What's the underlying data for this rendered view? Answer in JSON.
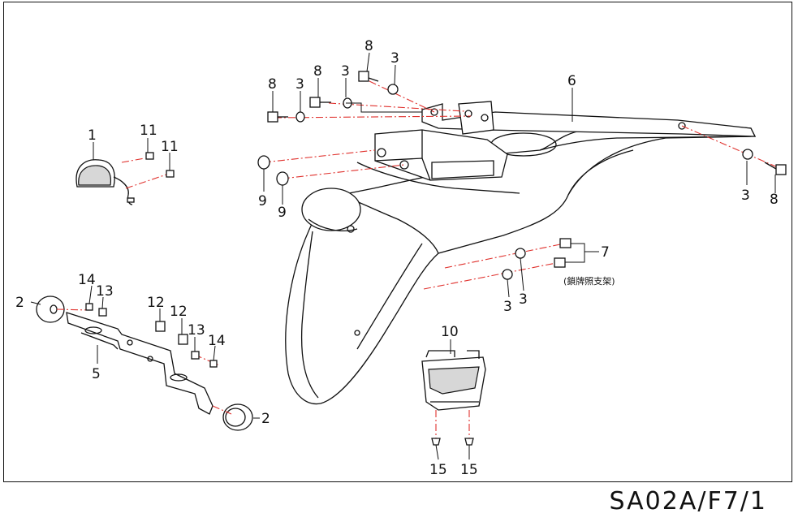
{
  "drawing_code": "SA02A/F7/1",
  "plate_note": "(鎖牌照支架)",
  "colors": {
    "line": "#111111",
    "guide": "#e0322e",
    "background": "#ffffff"
  },
  "callouts": {
    "c1": "1",
    "c2a": "2",
    "c2b": "2",
    "c3a": "3",
    "c3b": "3",
    "c3c": "3",
    "c3d": "3",
    "c3e": "3",
    "c3f": "3",
    "c5": "5",
    "c6": "6",
    "c7": "7",
    "c8a": "8",
    "c8b": "8",
    "c8c": "8",
    "c8d": "8",
    "c9a": "9",
    "c9b": "9",
    "c10": "10",
    "c11a": "11",
    "c11b": "11",
    "c12a": "12",
    "c12b": "12",
    "c13a": "13",
    "c13b": "13",
    "c14a": "14",
    "c14b": "14",
    "c15a": "15",
    "c15b": "15"
  }
}
